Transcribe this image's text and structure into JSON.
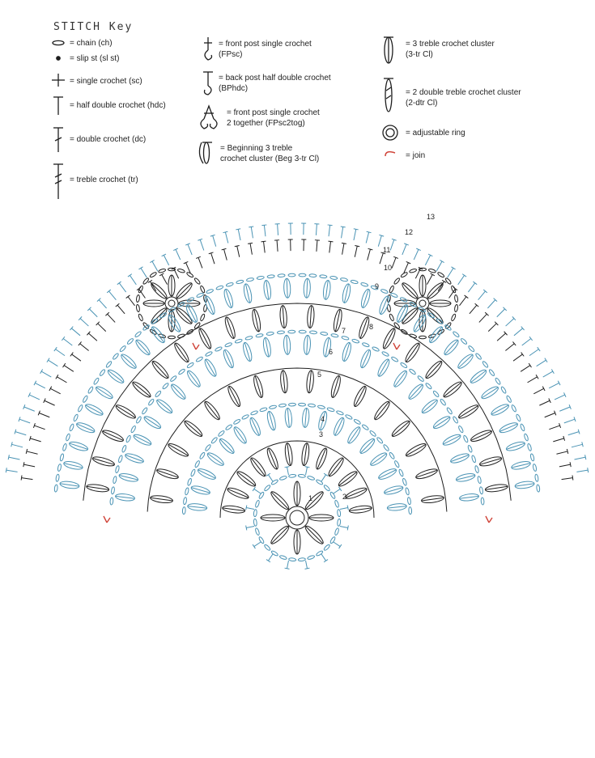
{
  "key": {
    "title": "STITCH Key",
    "items": [
      {
        "icon": "chain-icon",
        "label": "= chain (ch)"
      },
      {
        "icon": "slip-stitch-icon",
        "label": "= slip st (sl st)"
      },
      {
        "icon": "single-crochet-icon",
        "label": "= single crochet (sc)"
      },
      {
        "icon": "half-double-crochet-icon",
        "label": "= half double crochet (hdc)"
      },
      {
        "icon": "double-crochet-icon",
        "label": "= double crochet (dc)"
      },
      {
        "icon": "treble-crochet-icon",
        "label": "= treble crochet (tr)"
      },
      {
        "icon": "fpsc-icon",
        "label": "= front post single crochet\n(FPsc)"
      },
      {
        "icon": "bphdc-icon",
        "label": "= back post half double crochet\n(BPhdc)"
      },
      {
        "icon": "fpsc2tog-icon",
        "label": "= front post single crochet\n2 together (FPsc2tog)"
      },
      {
        "icon": "beg-3tr-cl-icon",
        "label": "= Beginning 3 treble\ncrochet cluster (Beg 3-tr Cl)"
      },
      {
        "icon": "3tr-cl-icon",
        "label": "= 3 treble crochet cluster\n(3-tr Cl)"
      },
      {
        "icon": "2dtr-cl-icon",
        "label": "= 2 double treble crochet cluster\n(2-dtr Cl)"
      },
      {
        "icon": "adjustable-ring-icon",
        "label": "= adjustable ring"
      },
      {
        "icon": "join-icon",
        "label": "= join"
      }
    ]
  },
  "rounds": [
    "1",
    "2",
    "3",
    "4",
    "5",
    "6",
    "7",
    "8",
    "9",
    "10",
    "11",
    "12",
    "13"
  ],
  "colors": {
    "black": "#1e1e1e",
    "blue": "#4a93b4",
    "red": "#d0453a"
  }
}
